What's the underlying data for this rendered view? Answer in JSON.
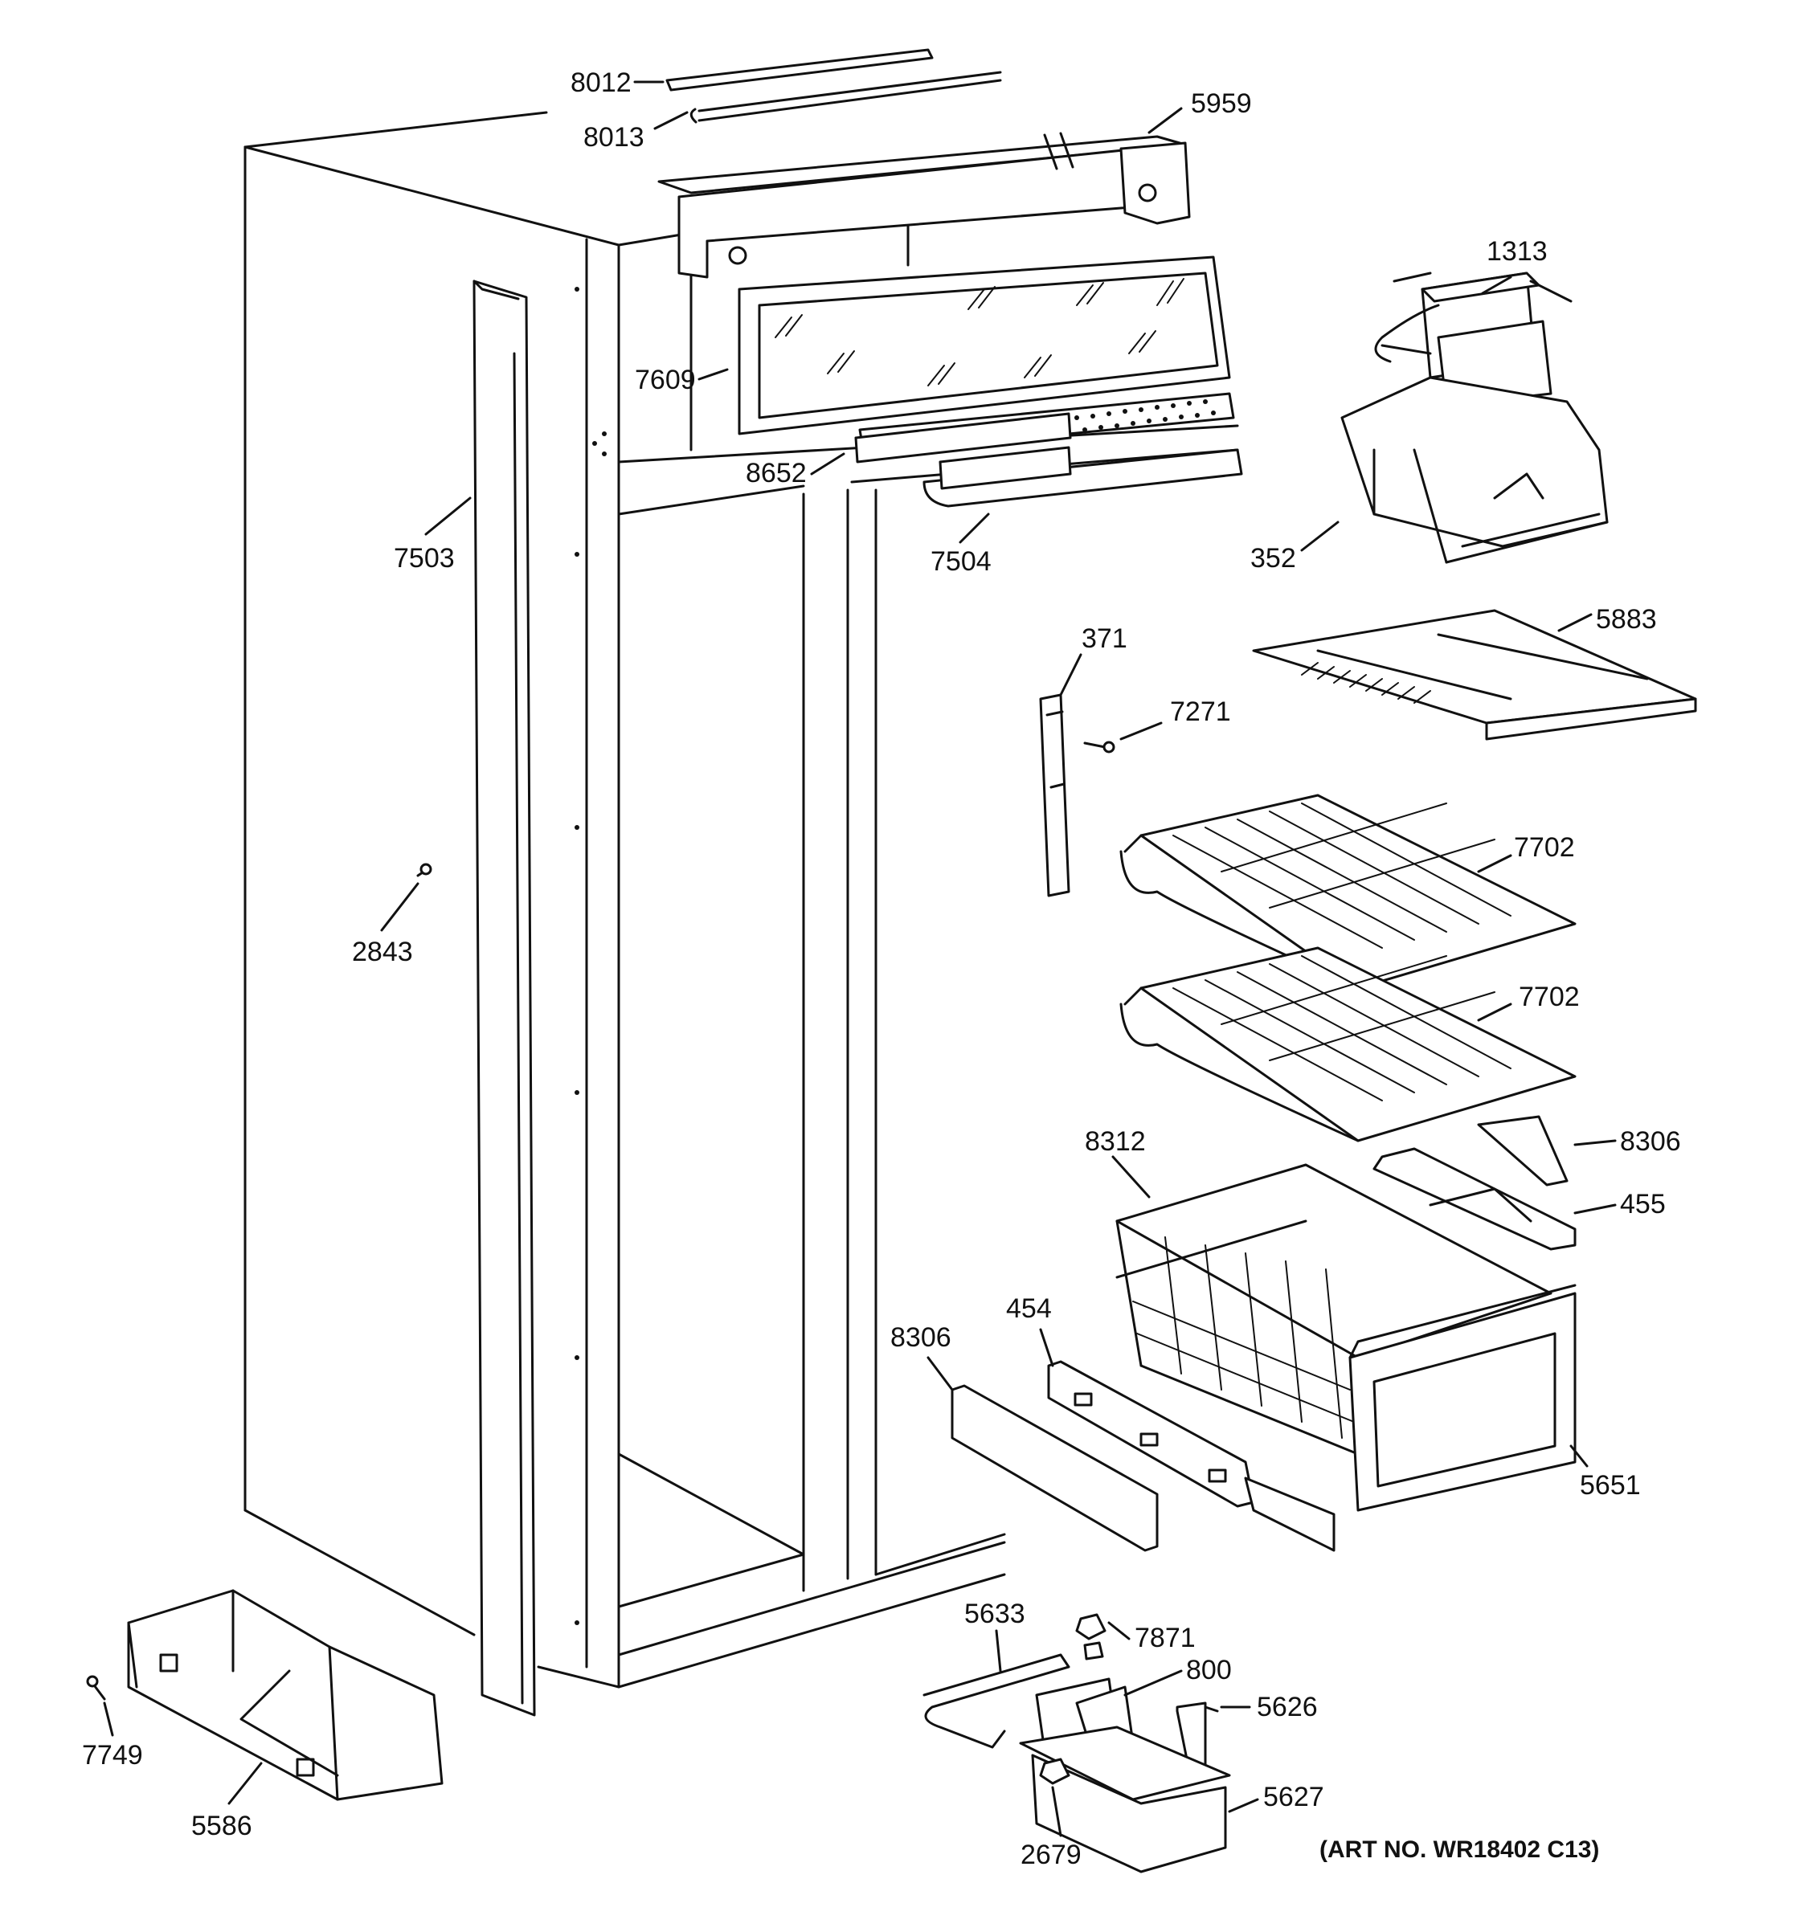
{
  "diagram": {
    "callouts": [
      {
        "id": "8012",
        "text": "8012"
      },
      {
        "id": "8013",
        "text": "8013"
      },
      {
        "id": "5959",
        "text": "5959"
      },
      {
        "id": "1313",
        "text": "1313"
      },
      {
        "id": "7609",
        "text": "7609"
      },
      {
        "id": "8652",
        "text": "8652"
      },
      {
        "id": "7503",
        "text": "7503"
      },
      {
        "id": "7504",
        "text": "7504"
      },
      {
        "id": "352",
        "text": "352"
      },
      {
        "id": "5883",
        "text": "5883"
      },
      {
        "id": "371",
        "text": "371"
      },
      {
        "id": "7271",
        "text": "7271"
      },
      {
        "id": "7702a",
        "text": "7702"
      },
      {
        "id": "2843",
        "text": "2843"
      },
      {
        "id": "7702b",
        "text": "7702"
      },
      {
        "id": "8312",
        "text": "8312"
      },
      {
        "id": "8306a",
        "text": "8306"
      },
      {
        "id": "455",
        "text": "455"
      },
      {
        "id": "8306b",
        "text": "8306"
      },
      {
        "id": "454",
        "text": "454"
      },
      {
        "id": "5651",
        "text": "5651"
      },
      {
        "id": "5633",
        "text": "5633"
      },
      {
        "id": "7871",
        "text": "7871"
      },
      {
        "id": "800",
        "text": "800"
      },
      {
        "id": "5626",
        "text": "5626"
      },
      {
        "id": "7749",
        "text": "7749"
      },
      {
        "id": "5586",
        "text": "5586"
      },
      {
        "id": "5627",
        "text": "5627"
      },
      {
        "id": "2679",
        "text": "2679"
      }
    ],
    "art_number": "(ART NO. WR18402 C13)"
  }
}
